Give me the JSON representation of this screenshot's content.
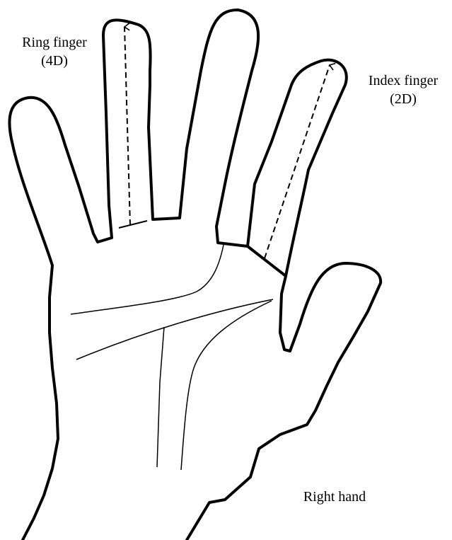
{
  "labels": {
    "ring_finger": {
      "name": "Ring finger",
      "code": "(4D)"
    },
    "index_finger": {
      "name": "Index finger",
      "code": "(2D)"
    },
    "hand": "Right hand"
  },
  "style": {
    "outline_color": "#000000",
    "background_color": "#ffffff"
  }
}
